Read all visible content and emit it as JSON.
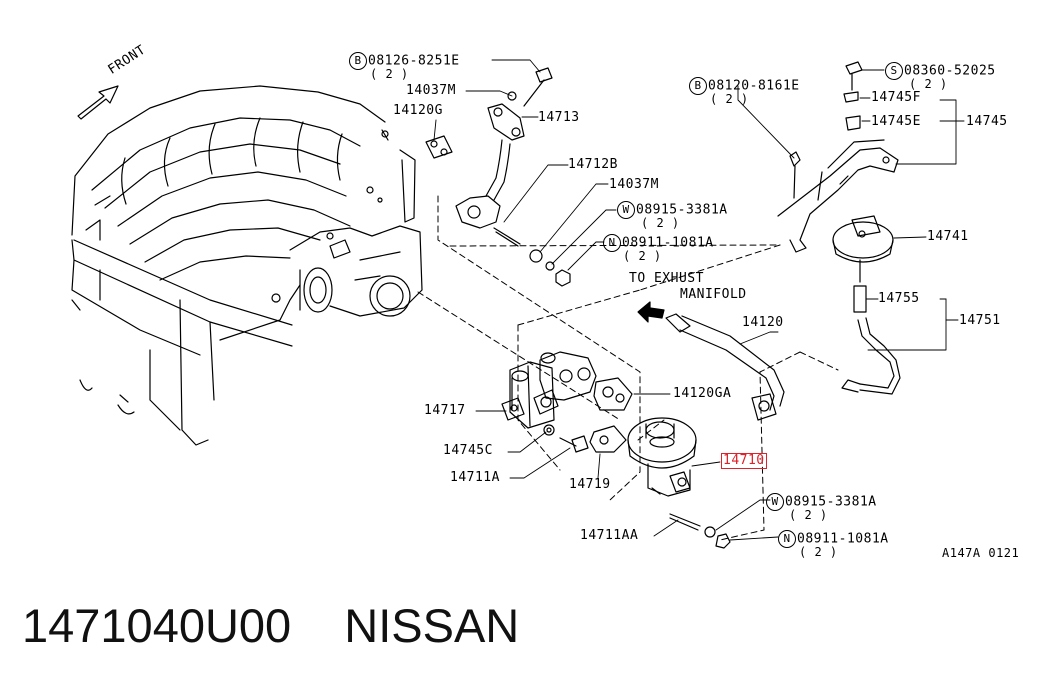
{
  "direction_label": "FRONT",
  "callouts": {
    "c1": {
      "prefix": "B",
      "code": "08126-8251E",
      "qty": "( 2 )"
    },
    "c2": {
      "code": "14037M"
    },
    "c3": {
      "code": "14120G"
    },
    "c4": {
      "code": "14713"
    },
    "c5": {
      "code": "14712B"
    },
    "c6": {
      "code": "14037M"
    },
    "c7": {
      "prefix": "W",
      "code": "08915-3381A",
      "qty": "( 2 )"
    },
    "c8": {
      "prefix": "N",
      "code": "08911-1081A",
      "qty": "( 2 )"
    },
    "c9": {
      "prefix": "B",
      "code": "08120-8161E",
      "qty": "( 2 )"
    },
    "c10": {
      "prefix": "S",
      "code": "08360-52025",
      "qty": "( 2 )"
    },
    "c11": {
      "code": "14745F"
    },
    "c12": {
      "code": "14745E"
    },
    "c13": {
      "code": "14745"
    },
    "c14": {
      "code": "14741"
    },
    "c15": {
      "code": "14755"
    },
    "c16": {
      "code": "14751"
    },
    "c17": {
      "code": "14120"
    },
    "c18": {
      "code": "14120GA"
    },
    "c19": {
      "code": "14717"
    },
    "c20": {
      "code": "14745C"
    },
    "c21": {
      "code": "14711A"
    },
    "c22": {
      "code": "14719"
    },
    "c23": {
      "code": "14710"
    },
    "c24": {
      "prefix": "W",
      "code": "08915-3381A",
      "qty": "( 2 )"
    },
    "c25": {
      "code": "14711AA"
    },
    "c26": {
      "prefix": "N",
      "code": "08911-1081A",
      "qty": "( 2 )"
    }
  },
  "note": {
    "line1": "TO EXHUST",
    "line2": "MANIFOLD"
  },
  "diagram_id": "A147A 0121",
  "footer": {
    "part_number": "1471040U00",
    "brand": "NISSAN"
  },
  "highlight_color": "#e0202a"
}
